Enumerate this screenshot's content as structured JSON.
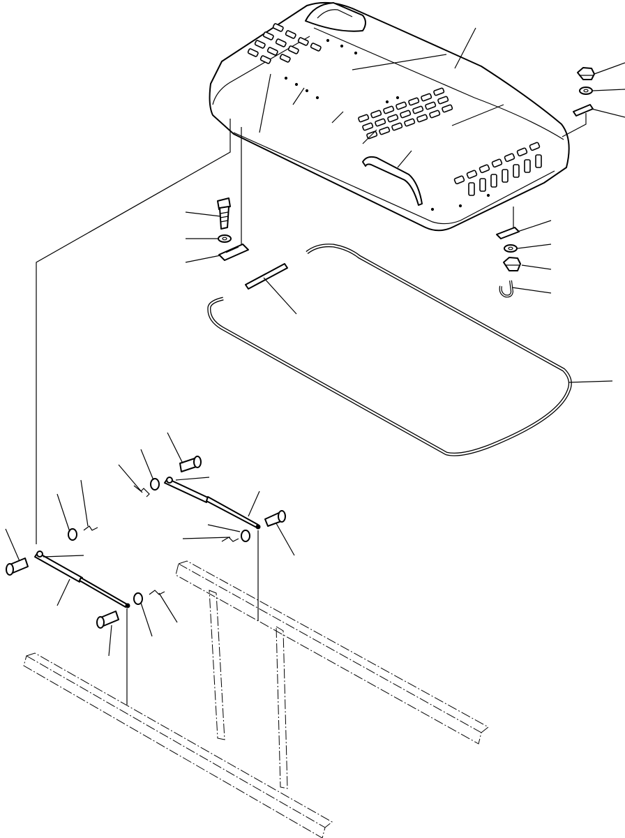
{
  "diagram": {
    "type": "exploded-parts-view",
    "parts": [
      {
        "name": "engine-hood"
      },
      {
        "name": "hood-seal"
      },
      {
        "name": "seal-strip"
      },
      {
        "name": "hood-hinge"
      },
      {
        "name": "hood-bolt"
      },
      {
        "name": "hinge-washer"
      },
      {
        "name": "latch-plate"
      },
      {
        "name": "nut"
      },
      {
        "name": "washer"
      },
      {
        "name": "j-bolt"
      },
      {
        "name": "gas-spring"
      },
      {
        "name": "pin"
      },
      {
        "name": "cotter-pin"
      },
      {
        "name": "frame-rail"
      }
    ],
    "callout_labels": []
  }
}
